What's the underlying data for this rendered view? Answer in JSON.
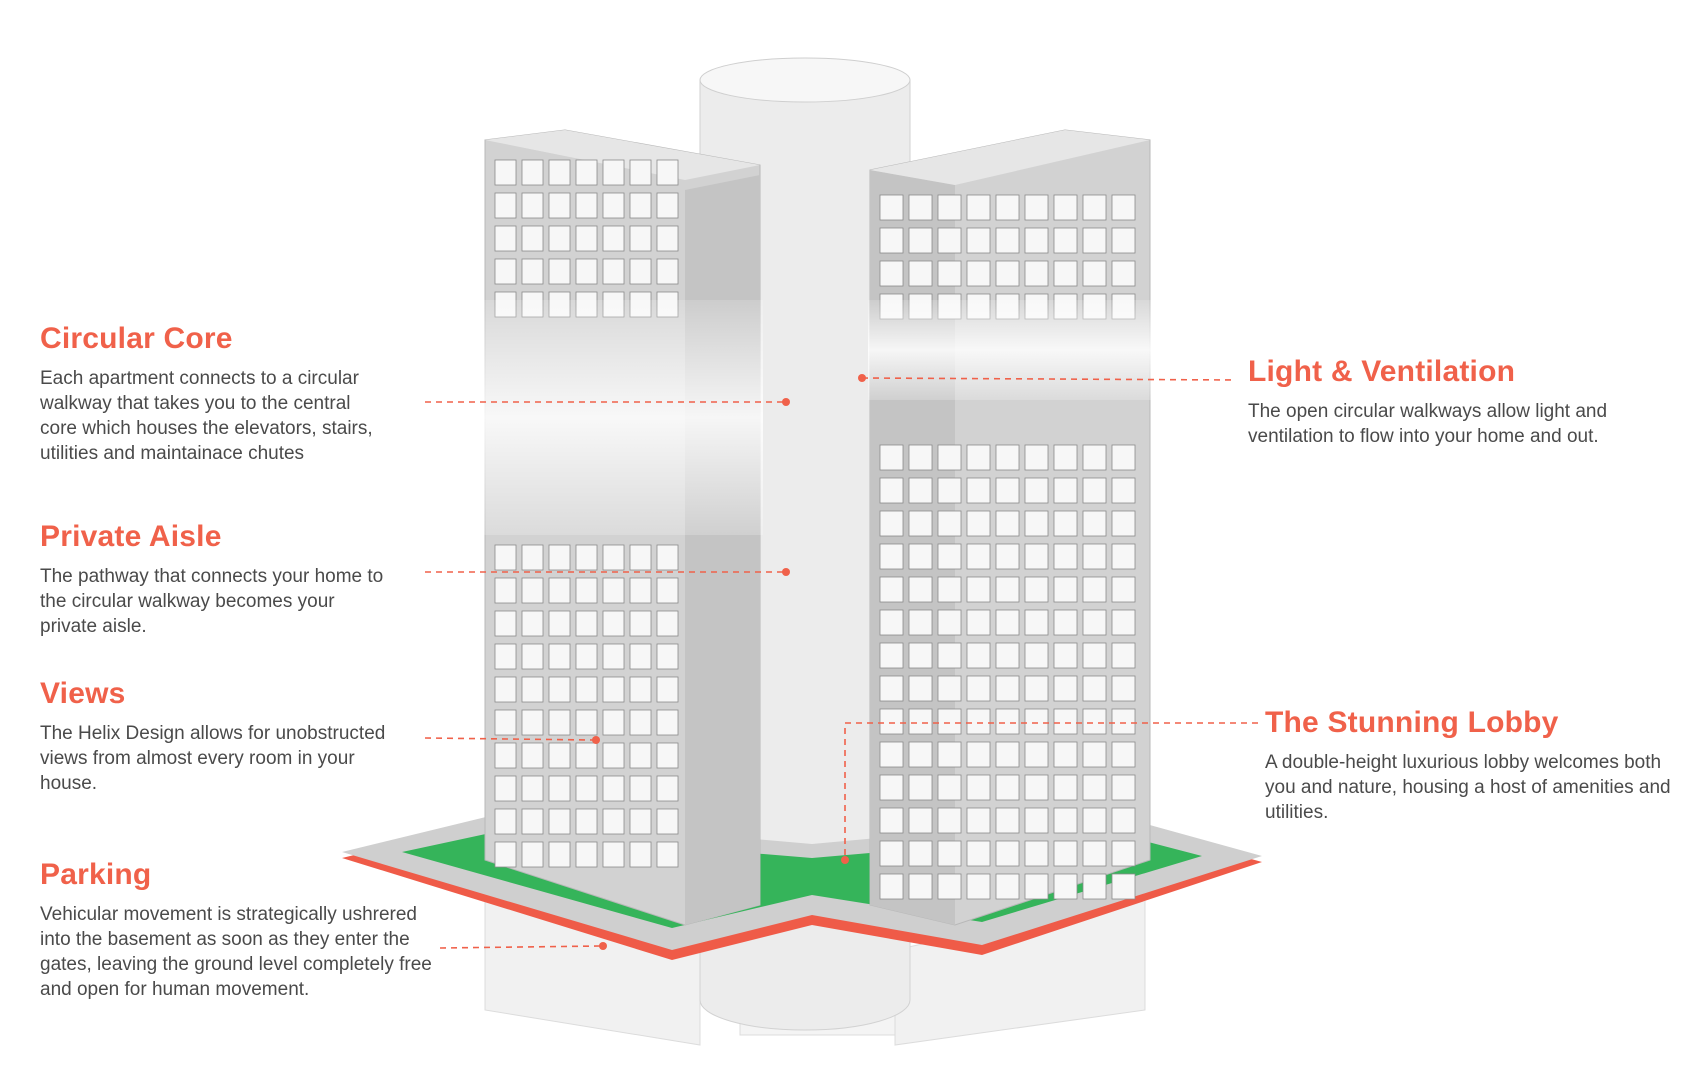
{
  "colors": {
    "accent": "#f0614a",
    "lawn": "#35b45a",
    "plinth_edge": "#ef5b48",
    "facade": "#d3d3d3",
    "core": "#ededed",
    "text": "#4a4a4a"
  },
  "callouts": {
    "circular_core": {
      "title": "Circular Core",
      "body": "Each apartment connects to a circular walkway that takes you to the central core which houses the elevators, stairs, utilities and maintainace chutes"
    },
    "private_aisle": {
      "title": "Private Aisle",
      "body": "The pathway that connects your home to the circular walkway becomes your private aisle."
    },
    "views": {
      "title": "Views",
      "body": "The Helix Design allows for unobstructed views from almost every room in your house."
    },
    "parking": {
      "title": "Parking",
      "body": "Vehicular movement is strategically ushrered into the basement as soon as they enter the gates, leaving the ground level completely free and open for human movement."
    },
    "light_ventilation": {
      "title": "Light & Ventilation",
      "body": "The open circular walkways allow light and ventilation to flow into your home and out."
    },
    "lobby": {
      "title": "The Stunning Lobby",
      "body": "A double-height luxurious  lobby welcomes both you and  nature, housing a host of amenities and utilities."
    }
  }
}
